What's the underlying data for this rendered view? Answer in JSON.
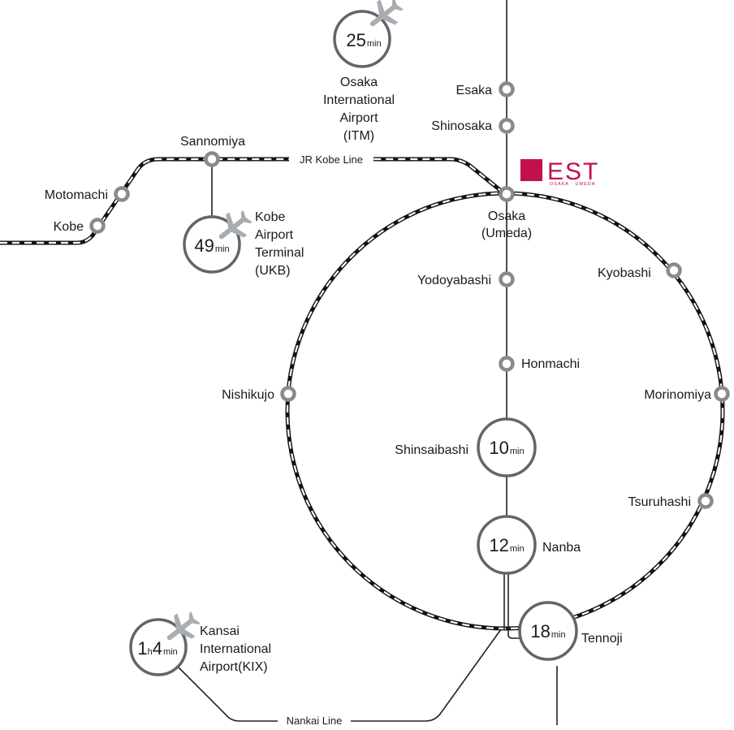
{
  "lines": {
    "jr_kobe": "JR Kobe Line",
    "nankai": "Nankai Line"
  },
  "logo": {
    "text": "EST",
    "subtitle": "OSAKA · UMEDA",
    "color": "#c0104e"
  },
  "stations": {
    "esaka": "Esaka",
    "shinosaka": "Shinosaka",
    "osaka_1": "Osaka",
    "osaka_2": "(Umeda)",
    "yodoyabashi": "Yodoyabashi",
    "honmachi": "Honmachi",
    "shinsaibashi": "Shinsaibashi",
    "nanba": "Nanba",
    "tennoji": "Tennoji",
    "kyobashi": "Kyobashi",
    "morinomiya": "Morinomiya",
    "tsuruhashi": "Tsuruhashi",
    "nishikujo": "Nishikujo",
    "sannomiya": "Sannomiya",
    "motomachi": "Motomachi",
    "kobe": "Kobe"
  },
  "airports": {
    "itm": {
      "lines": [
        "Osaka",
        "International",
        "Airport",
        "(ITM)"
      ],
      "time": "25",
      "unit": "min"
    },
    "ukb": {
      "lines": [
        "Kobe",
        "Airport",
        "Terminal",
        "(UKB)"
      ],
      "time": "49",
      "unit": "min"
    },
    "kix": {
      "lines": [
        "Kansai",
        "International",
        "Airport(KIX)"
      ],
      "hours": "1",
      "h_unit": "h",
      "time": "4",
      "unit": "min"
    }
  },
  "times": {
    "shinsaibashi": {
      "value": "10",
      "unit": "min"
    },
    "nanba": {
      "value": "12",
      "unit": "min"
    },
    "tennoji": {
      "value": "18",
      "unit": "min"
    }
  },
  "colors": {
    "station_ring": "#8a8a8a",
    "time_ring": "#5f666d",
    "plane": "#a9adb1",
    "line": "#111111"
  }
}
